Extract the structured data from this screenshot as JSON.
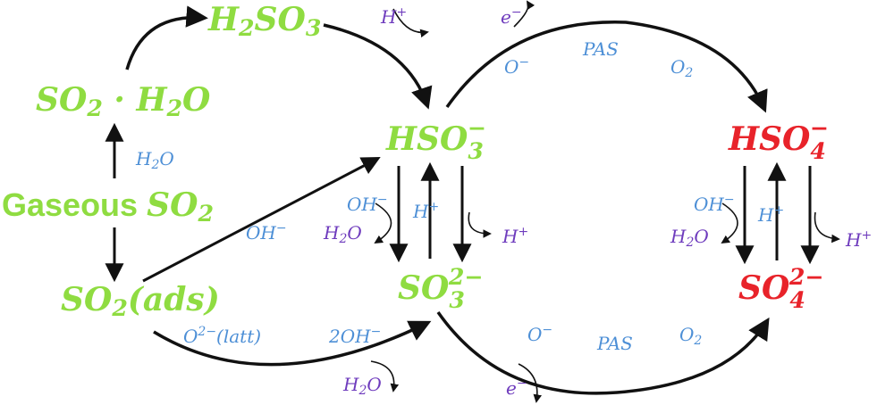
{
  "colors": {
    "green": "#8fdc41",
    "red": "#e8232a",
    "blue": "#4d8fd6",
    "purple": "#6e3bbd",
    "arrow": "#111111"
  },
  "species": {
    "h2so3": {
      "label": "H",
      "sub1": "2",
      "mid": "SO",
      "sub2": "3"
    },
    "so2_h2o": {
      "a": "SO",
      "sub1": "2",
      "b": " · H",
      "sub2": "2",
      "c": "O"
    },
    "gaseous": {
      "word": "Gaseous ",
      "formula": "SO",
      "sub": "2"
    },
    "so2_ads": {
      "a": "SO",
      "sub": "2",
      "b": "(ads)"
    },
    "hso3": {
      "a": "HSO",
      "sub": "3",
      "sup": "−"
    },
    "so3": {
      "a": "SO",
      "sub": "3",
      "sup": "2−"
    },
    "hso4": {
      "a": "HSO",
      "sub": "4",
      "sup": "−"
    },
    "so4": {
      "a": "SO",
      "sub": "4",
      "sup": "2−"
    }
  },
  "reagents": {
    "h2o_left": {
      "a": "H",
      "sub": "2",
      "b": "O"
    },
    "oh_diag": {
      "a": "OH",
      "sup": "−"
    },
    "hplus_top": {
      "a": "H",
      "sup": "+"
    },
    "e_top": {
      "a": "e",
      "sup": "−"
    },
    "o_minus_top": {
      "a": "O",
      "sup": "−"
    },
    "pas_top": "PAS",
    "o2_top": {
      "a": "O",
      "sub": "2"
    },
    "oh_mid": {
      "a": "OH",
      "sup": "−"
    },
    "h2o_mid": {
      "a": "H",
      "sub": "2",
      "b": "O"
    },
    "hplus_mid_in": {
      "a": "H",
      "sup": "+"
    },
    "hplus_mid_out": {
      "a": "H",
      "sup": "+"
    },
    "oh_right": {
      "a": "OH",
      "sup": "−"
    },
    "h2o_right": {
      "a": "H",
      "sub": "2",
      "b": "O"
    },
    "hplus_right_in": {
      "a": "H",
      "sup": "+"
    },
    "hplus_right_out": {
      "a": "H",
      "sup": "+"
    },
    "o2latt": {
      "a": "O",
      "sup": "2−",
      "b": "(latt)"
    },
    "two_oh": {
      "a": "2OH",
      "sup": "−"
    },
    "h2o_bottom": {
      "a": "H",
      "sub": "2",
      "b": "O"
    },
    "o_minus_bot": {
      "a": "O",
      "sup": "−"
    },
    "pas_bot": "PAS",
    "o2_bot": {
      "a": "O",
      "sub": "2"
    },
    "e_bot": {
      "a": "e",
      "sup": "−"
    }
  }
}
